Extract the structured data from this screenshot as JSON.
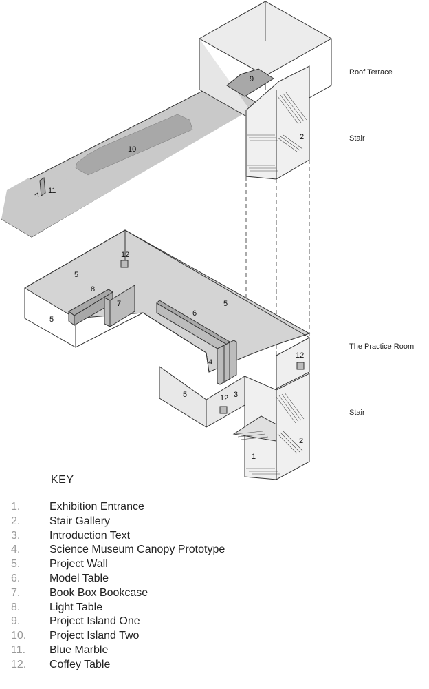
{
  "levels": {
    "roof_terrace": "Roof Terrace",
    "stair_upper": "Stair",
    "practice_room": "The Practice Room",
    "stair_lower": "Stair"
  },
  "markers": {
    "m1": "1",
    "m2a": "2",
    "m2b": "2",
    "m3": "3",
    "m4": "4",
    "m5a": "5",
    "m5b": "5",
    "m5c": "5",
    "m5d": "5",
    "m6": "6",
    "m7": "7",
    "m8": "8",
    "m9": "9",
    "m10": "10",
    "m11": "11",
    "m12a": "12",
    "m12b": "12",
    "m12c": "12"
  },
  "key": {
    "title": "KEY",
    "items": [
      {
        "num": "1.",
        "label": "Exhibition Entrance"
      },
      {
        "num": "2.",
        "label": "Stair Gallery"
      },
      {
        "num": "3.",
        "label": "Introduction Text"
      },
      {
        "num": "4.",
        "label": "Science Museum Canopy Prototype"
      },
      {
        "num": "5.",
        "label": "Project Wall"
      },
      {
        "num": "6.",
        "label": "Model Table"
      },
      {
        "num": "7.",
        "label": "Book Box Bookcase"
      },
      {
        "num": "8.",
        "label": "Light Table"
      },
      {
        "num": "9.",
        "label": "Project Island One"
      },
      {
        "num": "10.",
        "label": "Project Island Two"
      },
      {
        "num": "11.",
        "label": "Blue Marble"
      },
      {
        "num": "12.",
        "label": "Coffey Table"
      }
    ]
  },
  "colors": {
    "floor": "#c9c9c9",
    "wall": "#e6e6e6",
    "furniture": "#a8a8a8",
    "line": "#333333"
  }
}
